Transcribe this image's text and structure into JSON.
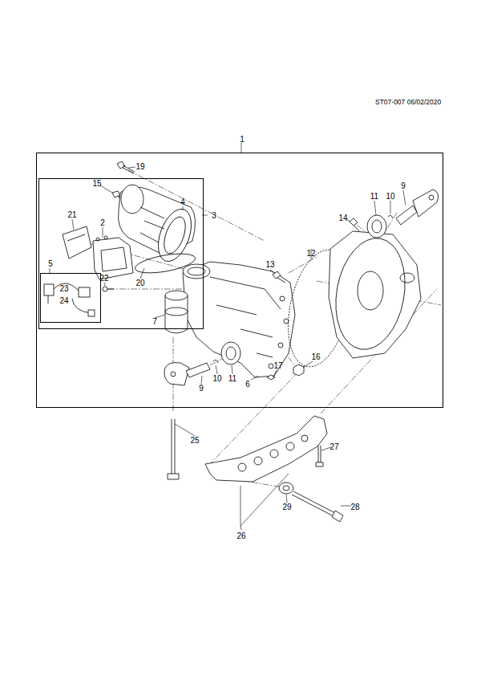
{
  "diagram": {
    "nodes": [
      {
        "text": [
          "1"
        ]
      },
      {
        "text": [
          "3"
        ],
        "in": 0
      },
      {
        "text": [
          "5"
        ],
        "in": 1
      }
    ],
    "labels": [
      "ST07-007 06/02/2020",
      "19",
      "15",
      "4",
      "21",
      "2",
      "14",
      "11",
      "10",
      "9",
      "13",
      "12",
      "22",
      "20",
      "23",
      "24",
      "7",
      "16",
      "10",
      "11",
      "6",
      "17",
      "9",
      "25",
      "27",
      "29",
      "28",
      "26"
    ]
  }
}
